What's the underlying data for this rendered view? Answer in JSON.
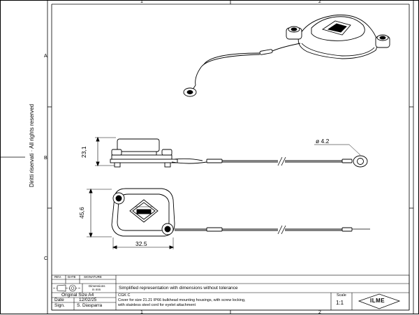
{
  "sheet": {
    "zones_top": [
      "1",
      "2"
    ],
    "zones_bottom": [
      "1",
      "2"
    ],
    "zones_left": [
      "A",
      "B",
      "C"
    ],
    "side_text": "Diritti riservati · All rights reserved"
  },
  "dimensions": {
    "height_side": "23,1",
    "height_top": "45,6",
    "width_top": "32.5",
    "eyelet_dia": "ø 4.2"
  },
  "title_block": {
    "rev_label": "REV.",
    "date_label": "DATE",
    "signature_label": "SIGNATURE",
    "dimensions_label": "Dimensions",
    "dimensions_unit": "in mm",
    "note": "Simplified representation with dimensions without tolerance",
    "original_size": "Original Size A4",
    "date_field": "Date",
    "date_value": "12/02/25",
    "sign_field": "Sign.",
    "sign_value": "S. Diasparra",
    "code": "CGK C",
    "description_1": "Cover for size 21.21 IP66 bulkhead mounting housings, with screw locking,",
    "description_2": "with stainless steel cord for eyelet attachment",
    "scale_label": "Scale",
    "scale_value": "1:1",
    "brand": "ILME"
  }
}
